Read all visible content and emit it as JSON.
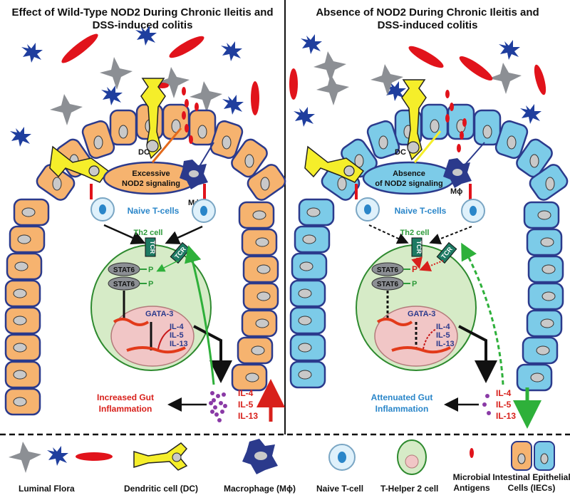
{
  "left_panel": {
    "title_line1": "Effect of Wild-Type NOD2 During Chronic Ileitis and",
    "title_line2": "DSS-induced colitis",
    "signal_line1": "Excessive",
    "signal_line2": "NOD2 signaling",
    "outcome_line1": "Increased Gut",
    "outcome_line2": "Inflammation"
  },
  "right_panel": {
    "title_line1": "Absence of NOD2 During Chronic Ileitis and",
    "title_line2": "DSS-induced colitis",
    "signal_line1": "Absence",
    "signal_line2": "of NOD2 signaling",
    "outcome_line1": "Attenuated Gut",
    "outcome_line2": "Inflammation"
  },
  "labels": {
    "dc": "DC",
    "macrophage": "Mϕ",
    "naive": "Naive T-cells",
    "th2": "Th2 cell",
    "tcr": "TCR",
    "stat6": "STAT6",
    "p": "P",
    "gata3": "GATA-3",
    "il4": "IL-4",
    "il5": "IL-5",
    "il13": "IL-13"
  },
  "legend": {
    "luminal_flora": "Luminal Flora",
    "dendritic_cell": "Dendritic cell (DC)",
    "macrophage": "Macrophage (Mϕ)",
    "naive_tcell": "Naive T-cell",
    "th2_cell": "T-Helper 2 cell",
    "microbial_line1": "Microbial",
    "microbial_line2": "Antigens",
    "iec_line1": "Intestinal Epithelial",
    "iec_line2": "Cells (IECs)"
  },
  "colors": {
    "left_epithelium": "#f6b36f",
    "right_epithelium": "#7ccbe8",
    "cell_outline": "#2b3a8c",
    "dendritic": "#f5ee2a",
    "th2_cell": "#d6ebc7",
    "nucleus": "#f1c6c6",
    "bacteria": "#e1131b",
    "flora_star": "#1f3e9e"
  }
}
